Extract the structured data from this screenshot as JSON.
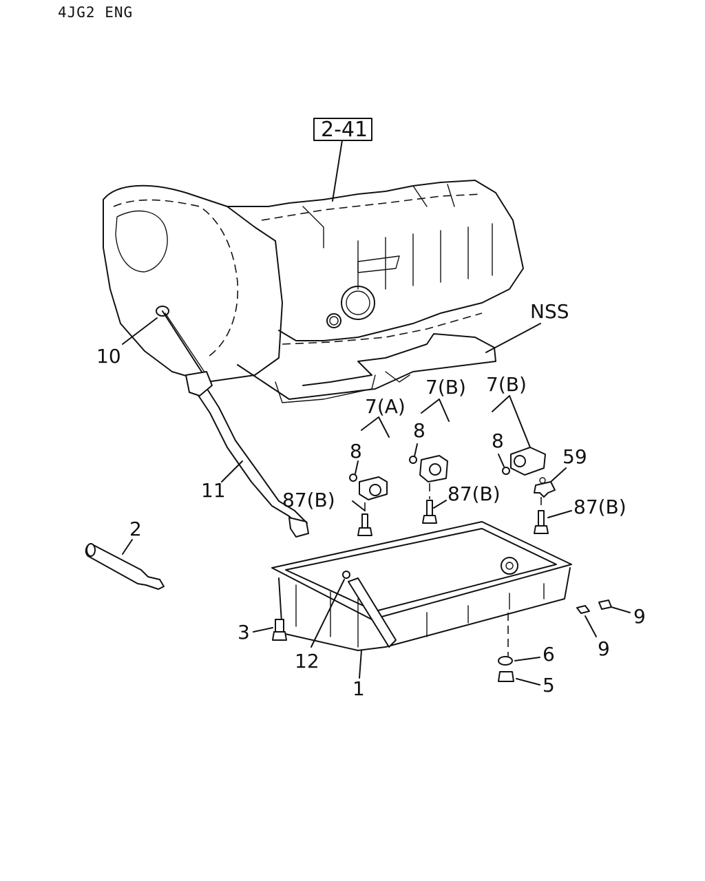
{
  "header": {
    "title": "4JG2  ENG"
  },
  "reference_box": {
    "label": "2-41"
  },
  "callouts": {
    "nss": "NSS",
    "c10": "10",
    "c11": "11",
    "c2": "2",
    "c3": "3",
    "c12": "12",
    "c1": "1",
    "c6": "6",
    "c5": "5",
    "c9a": "9",
    "c9b": "9",
    "c59": "59",
    "c7a": "7(A)",
    "c7b1": "7(B)",
    "c7b2": "7(B)",
    "c8a": "8",
    "c8b": "8",
    "c8c": "8",
    "c87a": "87(B)",
    "c87b": "87(B)",
    "c87c": "87(B)"
  }
}
